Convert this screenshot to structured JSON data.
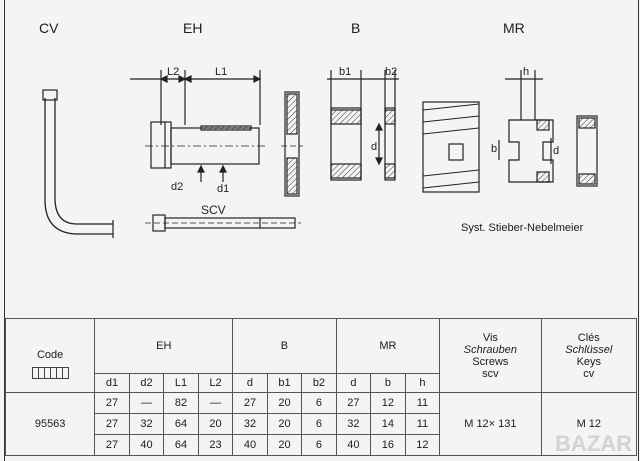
{
  "headers": {
    "cv": "CV",
    "eh": "EH",
    "b": "B",
    "mr": "MR"
  },
  "drawing_labels": {
    "l2": "L2",
    "l1": "L1",
    "b1": "b1",
    "b2": "b2",
    "h": "h",
    "d": "d",
    "d2": "d2",
    "d1": "d1",
    "scv": "SCV",
    "b_small": "b"
  },
  "note": "Syst. Stieber-Nebelmeier",
  "watermark": "BAZAR",
  "table": {
    "code_label": "Code",
    "groups": {
      "eh": "EH",
      "b": "B",
      "mr": "MR"
    },
    "screws": {
      "line1": "Vis",
      "line2": "Schrauben",
      "line3": "Screws",
      "line4": "scv"
    },
    "keys": {
      "line1": "Clés",
      "line2": "Schlüssel",
      "line3": "Keys",
      "line4": "cv"
    },
    "subheaders": [
      "d1",
      "d2",
      "L1",
      "L2",
      "d",
      "b1",
      "b2",
      "d",
      "b",
      "h"
    ],
    "code_value": "95563",
    "rows": [
      [
        "27",
        "—",
        "82",
        "—",
        "27",
        "20",
        "6",
        "27",
        "12",
        "11"
      ],
      [
        "27",
        "32",
        "64",
        "20",
        "32",
        "20",
        "6",
        "32",
        "14",
        "11"
      ],
      [
        "27",
        "40",
        "64",
        "23",
        "40",
        "20",
        "6",
        "40",
        "16",
        "12"
      ]
    ],
    "screw_value": "M 12× 131",
    "key_value": "M 12"
  }
}
